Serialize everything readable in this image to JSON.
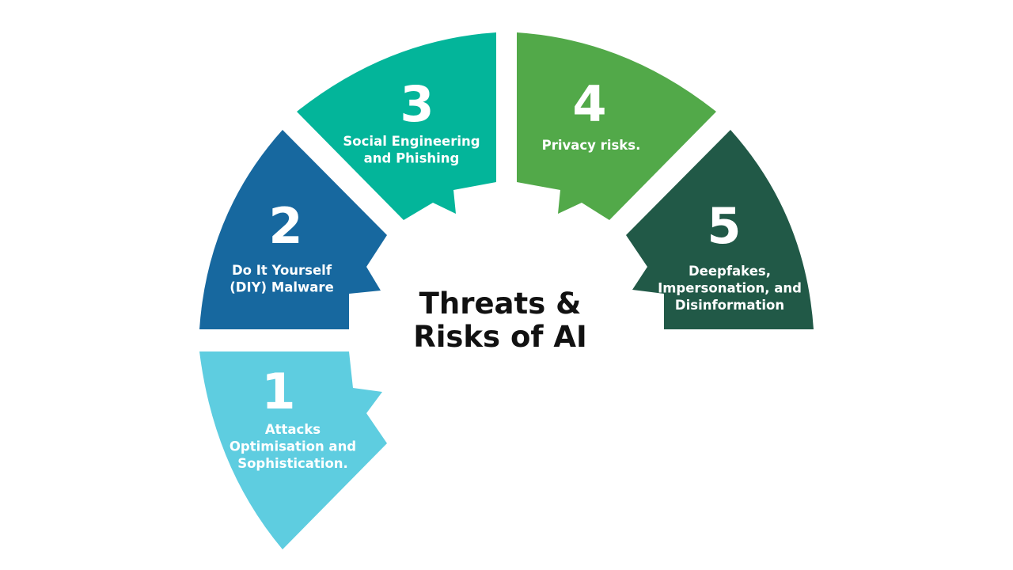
{
  "center_title": [
    "Threats &",
    "Risks of AI"
  ],
  "segments": [
    {
      "number": "1",
      "label": [
        "Attacks",
        "Optimisation and",
        "Sophistication."
      ],
      "color": "#5ecde0"
    },
    {
      "number": "2",
      "label": [
        "Do It Yourself",
        "(DIY) Malware"
      ],
      "color": "#17689f"
    },
    {
      "number": "3",
      "label": [
        "Social Engineering",
        "and Phishing"
      ],
      "color": "#03b59a"
    },
    {
      "number": "4",
      "label": [
        "Privacy risks."
      ],
      "color": "#52a949"
    },
    {
      "number": "5",
      "label": [
        "Deepfakes,",
        "Impersonation, and",
        "Disinformation"
      ],
      "color": "#215947"
    }
  ]
}
